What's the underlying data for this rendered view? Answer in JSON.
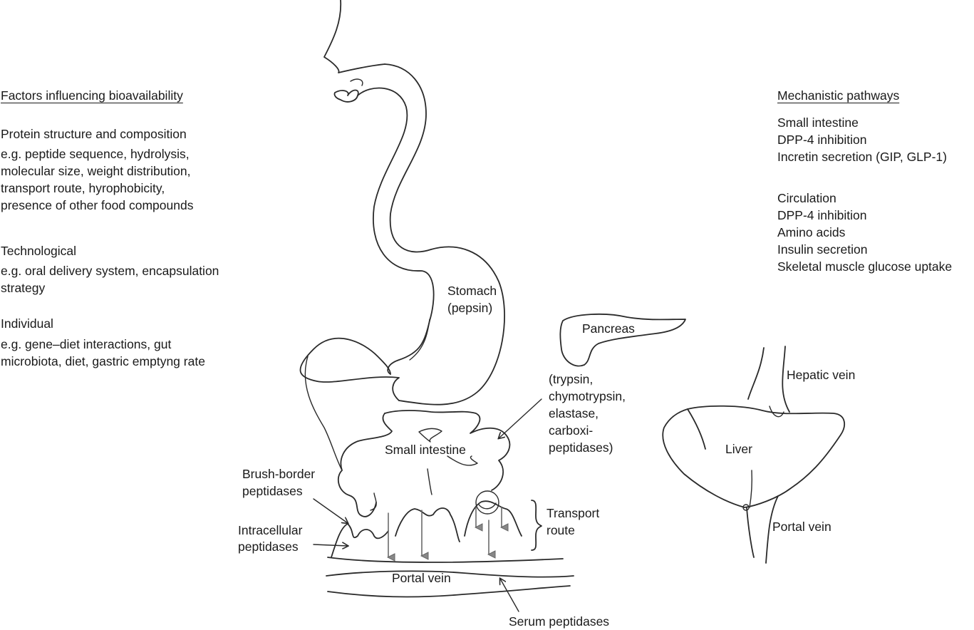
{
  "left_panel": {
    "heading": "Factors influencing bioavailability",
    "protein_title": "Protein structure and composition",
    "protein_lines": [
      "e.g. peptide sequence, hydrolysis,",
      "molecular size, weight distribution,",
      "transport route, hyrophobicity,",
      "presence of other food compounds"
    ],
    "tech_title": "Technological",
    "tech_lines": [
      "e.g. oral delivery system, encapsulation",
      "strategy"
    ],
    "indiv_title": "Individual",
    "indiv_lines": [
      "e.g. gene–diet interactions, gut",
      "microbiota, diet, gastric emptyng rate"
    ]
  },
  "right_panel": {
    "heading": "Mechanistic pathways",
    "small_intestine_lines": [
      "Small intestine",
      "DPP-4 inhibition",
      "Incretin secretion (GIP, GLP-1)"
    ],
    "circulation_lines": [
      "Circulation",
      "DPP-4 inhibition",
      "Amino acids",
      "Insulin secretion",
      "Skeletal muscle glucose uptake"
    ]
  },
  "diagram_labels": {
    "stomach": [
      "Stomach",
      "(pepsin)"
    ],
    "pancreas": "Pancreas",
    "enzymes": [
      "(trypsin,",
      "chymotrypsin,",
      "elastase,",
      "carboxi-",
      "peptidases)"
    ],
    "small_intestine": "Small intestine",
    "brush_border": [
      "Brush-border",
      "peptidases"
    ],
    "intracellular": [
      "Intracellular",
      "peptidases"
    ],
    "transport_route": [
      "Transport",
      "route"
    ],
    "portal_vein_gut": "Portal vein",
    "serum_peptidases": "Serum peptidases",
    "hepatic_vein": "Hepatic vein",
    "liver": "Liver",
    "portal_vein_liver": "Portal vein"
  }
}
